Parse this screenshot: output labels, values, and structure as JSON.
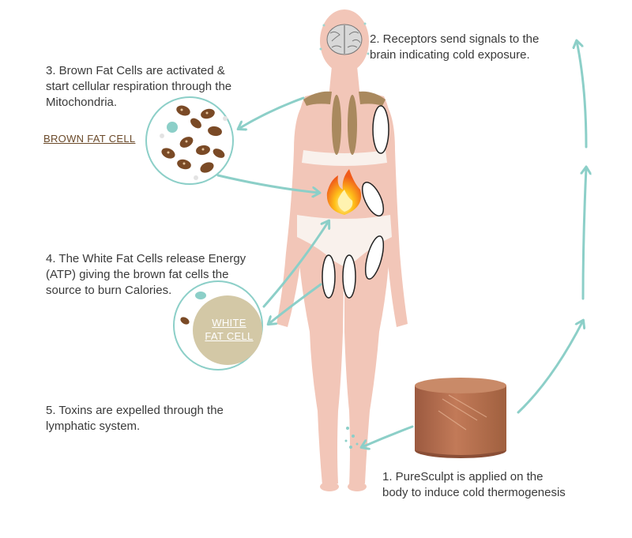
{
  "steps": {
    "step1": "1.  PureSculpt is applied on the\nbody to induce cold thermogenesis",
    "step2": "2. Receptors send signals to the\nbrain indicating cold exposure.",
    "step3": "3.  Brown Fat Cells are activated &\nstart cellular respiration through the\nMitochondria.",
    "step4": "4.  The White Fat Cells release Energy\n(ATP) giving the brown fat cells the\nsource to burn Calories.",
    "step5": "5.  Toxins are expelled through the\nlymphatic system."
  },
  "labels": {
    "brown_fat_cell": "BROWN FAT CELL",
    "white_fat_cell": "WHITE\nFAT CELL"
  },
  "colors": {
    "body_skin": "#f2c6b8",
    "underwear": "#f9f1ec",
    "arrow_teal": "#8ccfc8",
    "brown_fat": "#a6865a",
    "mitochondria": "#7a4a26",
    "white_fat": "#d3c8a6",
    "product": "#b56e50",
    "text": "#3a3a3a"
  },
  "icons": [
    "brain-icon",
    "flame-icon",
    "mitochondria-icon",
    "product-puck-icon"
  ]
}
